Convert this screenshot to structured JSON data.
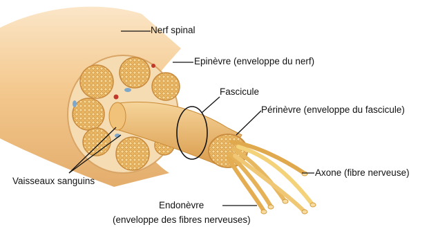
{
  "labels": {
    "nerf_spinal": "Nerf spinal",
    "epinevre": "Epinèvre (enveloppe du nerf)",
    "fascicule": "Fascicule",
    "perinevre": "Périnèvre (enveloppe du fascicule)",
    "axone": "Axone (fibre nerveuse)",
    "vaisseaux": "Vaisseaux sanguins",
    "endonevre": "Endonèvre",
    "endonevre_sub": "(enveloppe des fibres nerveuses)"
  },
  "colors": {
    "nerve_outer": "#f4c98f",
    "nerve_light": "#fbe3c0",
    "nerve_shadow": "#d9a566",
    "fascicle_fill": "#e7b55f",
    "fascicle_dots": "#c98a34",
    "fiber": "#f3d27a",
    "vessel_red": "#c0392b",
    "vessel_blue": "#7fa7c9",
    "leader_line": "#111111"
  }
}
